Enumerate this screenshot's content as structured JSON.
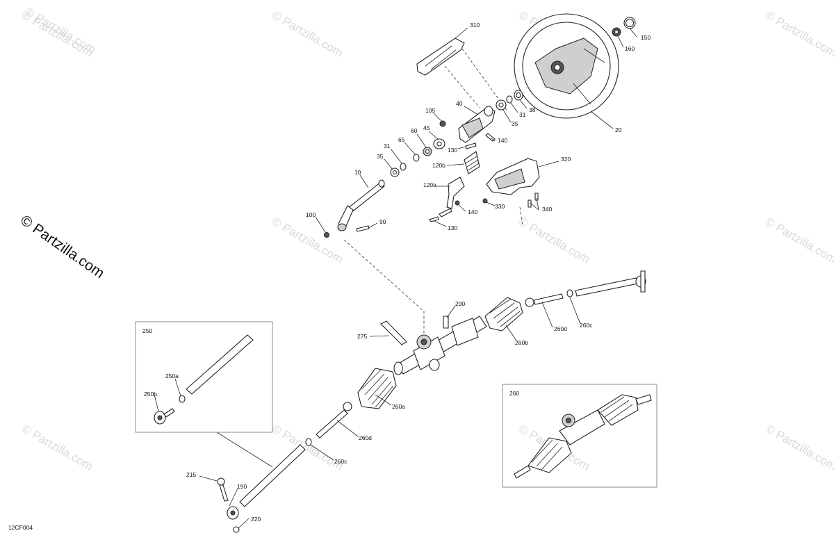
{
  "watermark": "© Partzilla.com",
  "diagram_code": "12CF004",
  "callouts": {
    "c310": "310",
    "c150": "150",
    "c160": "160",
    "c20": "20",
    "c38": "38",
    "c31a": "31",
    "c35a": "35",
    "c40": "40",
    "c105": "105",
    "c45": "45",
    "c60": "60",
    "c65": "65",
    "c31b": "31",
    "c35b": "35",
    "c130a": "130",
    "c140a": "140",
    "c120b": "120b",
    "c120a": "120a",
    "c140b": "140",
    "c130b": "130",
    "c320": "320",
    "c330": "330",
    "c340": "340",
    "c10": "10",
    "c100": "100",
    "c90": "90",
    "c290": "290",
    "c275": "275",
    "c260b": "260b",
    "c260d_top": "260d",
    "c260c_top": "260c",
    "c260a": "260a",
    "c260d_bot": "260d",
    "c260c_bot": "260c",
    "c250_box": "250",
    "c250a": "250a",
    "c250b": "250b",
    "c260_box": "260",
    "c215": "215",
    "c190": "190",
    "c220": "220"
  }
}
